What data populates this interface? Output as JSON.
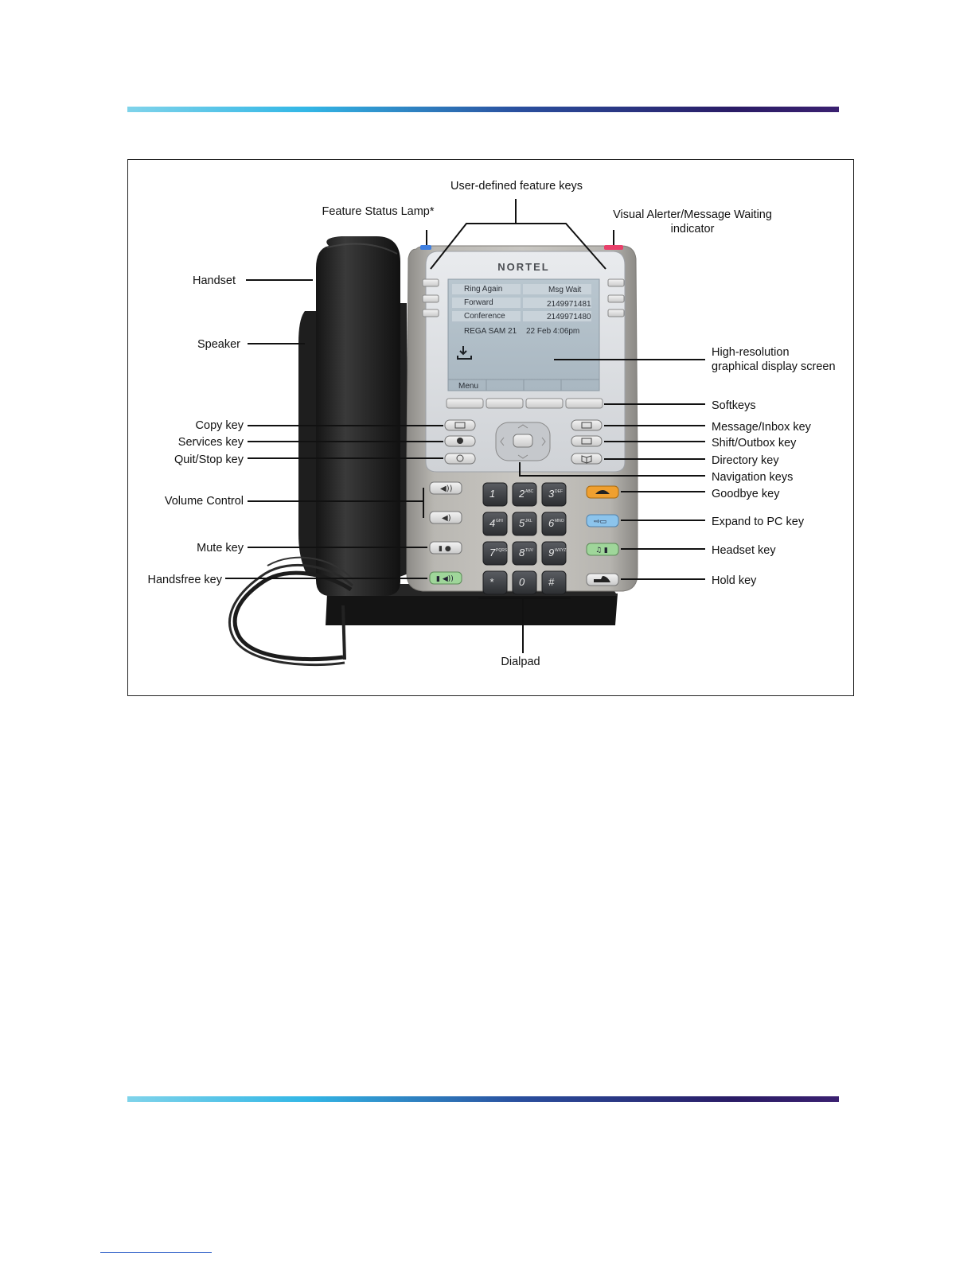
{
  "labels": {
    "user_defined_feature_keys": "User-defined feature keys",
    "feature_status_lamp": "Feature Status Lamp*",
    "visual_alerter_line1": "Visual Alerter/Message Waiting",
    "visual_alerter_line2": "indicator",
    "handset": "Handset",
    "speaker": "Speaker",
    "high_res_line1": "High-resolution",
    "high_res_line2": "graphical display screen",
    "softkeys": "Softkeys",
    "copy_key": "Copy key",
    "services_key": "Services key",
    "quit_stop_key": "Quit/Stop key",
    "message_inbox_key": "Message/Inbox key",
    "shift_outbox_key": "Shift/Outbox key",
    "directory_key": "Directory key",
    "navigation_keys": "Navigation keys",
    "volume_control": "Volume Control",
    "goodbye_key": "Goodbye key",
    "expand_to_pc_key": "Expand to PC key",
    "mute_key": "Mute key",
    "headset_key": "Headset key",
    "handsfree_key": "Handsfree key",
    "hold_key": "Hold key",
    "dialpad": "Dialpad"
  },
  "phone": {
    "brand": "NORTEL",
    "screen": {
      "rows": [
        {
          "left": "Ring Again",
          "right": "Msg Wait"
        },
        {
          "left": "Forward",
          "right": "2149971481"
        },
        {
          "left": "Conference",
          "right": "2149971480"
        }
      ],
      "status_left": "REGA SAM 21",
      "status_right": "22 Feb  4:06pm",
      "softkey_label": "Menu"
    },
    "dialpad": [
      {
        "digit": "1",
        "letters": ""
      },
      {
        "digit": "2",
        "letters": "ABC"
      },
      {
        "digit": "3",
        "letters": "DEF"
      },
      {
        "digit": "4",
        "letters": "GHI"
      },
      {
        "digit": "5",
        "letters": "JKL"
      },
      {
        "digit": "6",
        "letters": "MNO"
      },
      {
        "digit": "7",
        "letters": "PQRS"
      },
      {
        "digit": "8",
        "letters": "TUV"
      },
      {
        "digit": "9",
        "letters": "WXYZ"
      },
      {
        "digit": "*",
        "letters": ""
      },
      {
        "digit": "0",
        "letters": ""
      },
      {
        "digit": "#",
        "letters": ""
      }
    ]
  },
  "colors": {
    "goodbye_key": "#f0a030",
    "expand_key": "#8cc4ec",
    "headset_key": "#9fd69a",
    "handsfree_key": "#9fd69a",
    "feature_lamp": "#3f7fe0",
    "alerter_lamp": "#e8406a"
  }
}
